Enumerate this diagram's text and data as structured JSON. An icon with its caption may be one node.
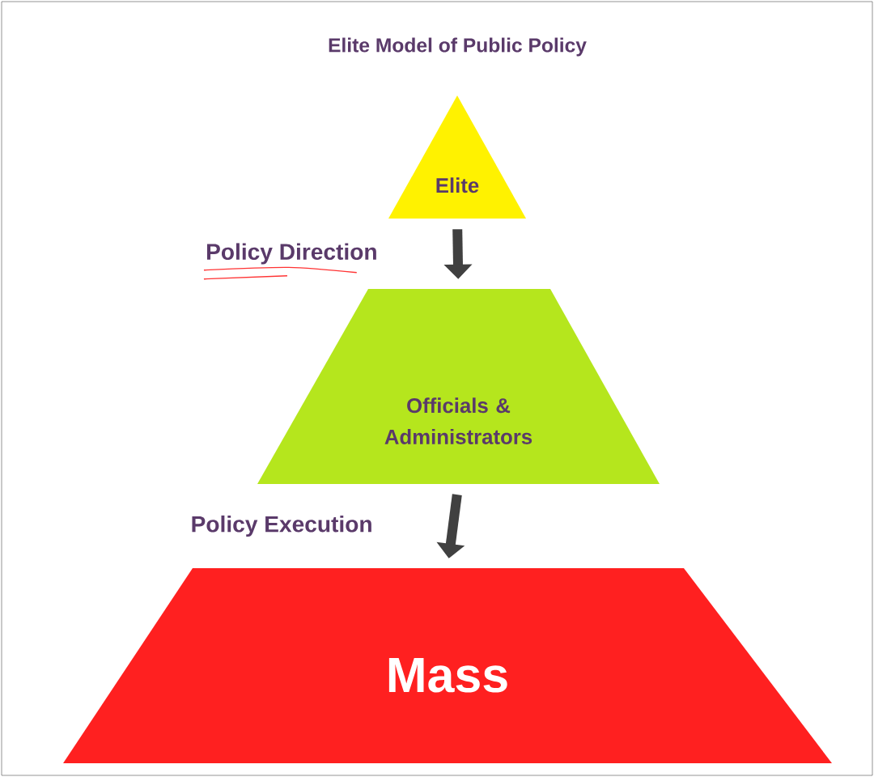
{
  "diagram": {
    "title": "Elite Model of Public Policy",
    "nodes": [
      {
        "text": [
          "Elite"
        ]
      },
      {
        "text": [
          "Officials & Administrators"
        ]
      },
      {
        "text": [
          "Mass"
        ]
      }
    ],
    "edges": [
      {
        "from": 0,
        "to": 1,
        "arrow": "to",
        "label": "Policy Direction"
      },
      {
        "from": 1,
        "to": 2,
        "arrow": "to",
        "label": "Policy Execution"
      }
    ]
  }
}
